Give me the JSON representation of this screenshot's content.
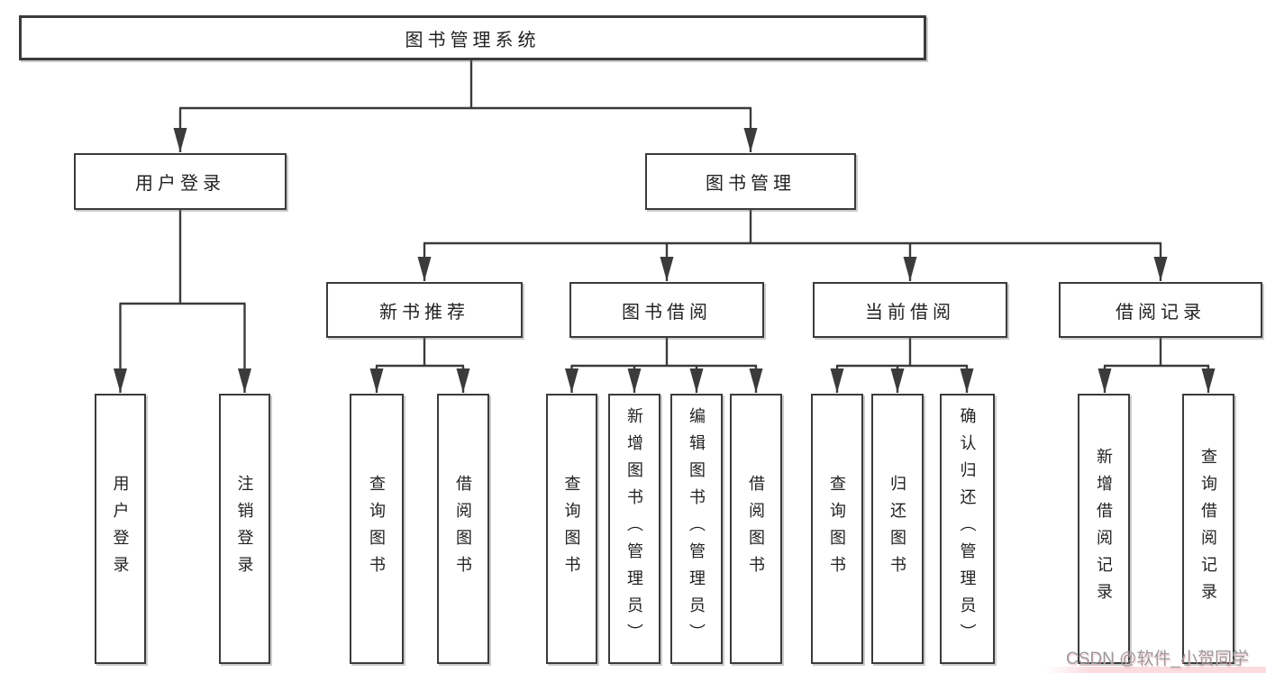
{
  "diagram": {
    "type": "hierarchy-tree",
    "title": "图书管理系统",
    "colors": {
      "background": "#ffffff",
      "line": "#3b3b3b",
      "box_border": "#3b3b3b",
      "box_fill": "#ffffff",
      "text": "#222222",
      "watermark_text": "#9b9b9b",
      "watermark_tint": "#f7bfc4"
    },
    "nodes": {
      "root": "图书管理系统",
      "user_login_group": "用户登录",
      "book_management": "图书管理",
      "new_book_recommend": "新书推荐",
      "book_borrow": "图书借阅",
      "current_borrow": "当前借阅",
      "borrow_records": "借阅记录",
      "leaves": {
        "user_login": "用户登录",
        "logout": "注销登录",
        "nb_query_books": "查询图书",
        "nb_borrow_books": "借阅图书",
        "bb_query_books": "查询图书",
        "bb_add_books": "新增图书（管理员）",
        "bb_edit_books": "编辑图书（管理员）",
        "bb_borrow_books": "借阅图书",
        "cb_query_books": "查询图书",
        "cb_return_books": "归还图书",
        "cb_confirm_return": "确认归还（管理员）",
        "br_add_record": "新增借阅记录",
        "br_query_record": "查询借阅记录"
      },
      "edges": [
        "图书管理系统→用户登录",
        "图书管理系统→图书管理",
        "用户登录→用户登录",
        "用户登录→注销登录",
        "图书管理→新书推荐",
        "图书管理→图书借阅",
        "图书管理→当前借阅",
        "图书管理→借阅记录",
        "新书推荐→查询图书",
        "新书推荐→借阅图书",
        "图书借阅→查询图书",
        "图书借阅→新增图书（管理员）",
        "图书借阅→编辑图书（管理员）",
        "图书借阅→借阅图书",
        "当前借阅→查询图书",
        "当前借阅→归还图书",
        "当前借阅→确认归还（管理员）",
        "借阅记录→新增借阅记录",
        "借阅记录→查询借阅记录"
      ]
    },
    "watermark": "CSDN @软件_小贺同学"
  }
}
